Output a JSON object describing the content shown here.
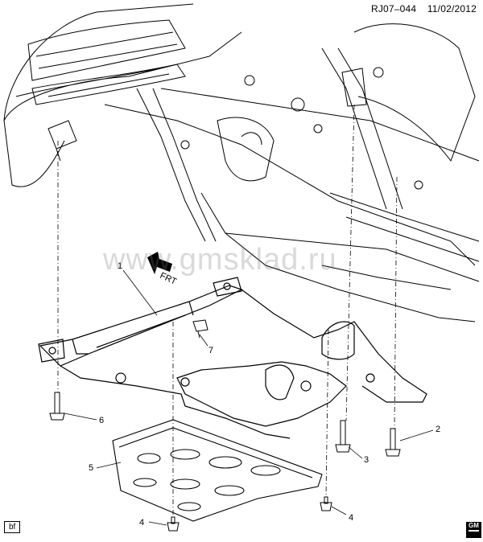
{
  "header": {
    "code": "RJ07–044",
    "date": "11/02/2012"
  },
  "watermark": "www.gmsklad.ru",
  "callouts": [
    {
      "id": "1",
      "label": "1"
    },
    {
      "id": "2",
      "label": "2"
    },
    {
      "id": "3",
      "label": "3"
    },
    {
      "id": "4a",
      "label": "4"
    },
    {
      "id": "4b",
      "label": "4"
    },
    {
      "id": "5",
      "label": "5"
    },
    {
      "id": "6",
      "label": "6"
    },
    {
      "id": "7",
      "label": "7"
    }
  ],
  "direction_label": "FRT",
  "footer": {
    "tag": "bf",
    "logo": "GM"
  },
  "colors": {
    "ink": "#000000",
    "paper": "#ffffff",
    "watermark": "#787878"
  }
}
